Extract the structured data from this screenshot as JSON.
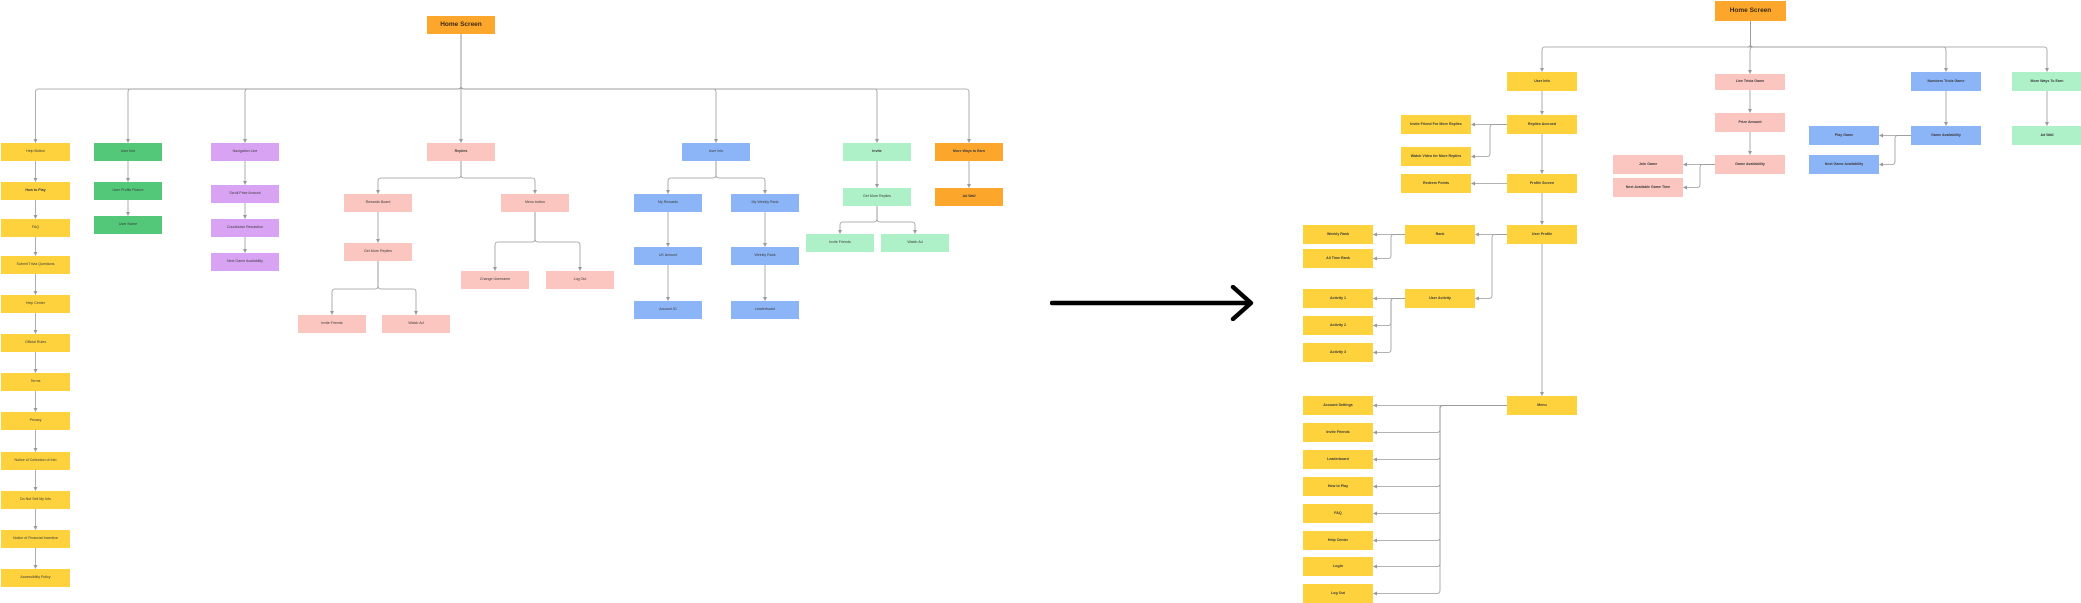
{
  "before_flow": {
    "root": "Home Screen",
    "branches": {
      "yellow_column": [
        "Help Button",
        "How to Play",
        "FAQ",
        "Submit Trivia Questions",
        "Help Center",
        "Official Rules",
        "Terms",
        "Privacy",
        "Notice of Collection of Info",
        "Do Not Sell My Info",
        "Notice of Financial Incentive",
        "Accessibility Policy"
      ],
      "green_column": [
        "User Info",
        "User Profile Picture",
        "User Name"
      ],
      "purple_column": [
        "Navigation Line",
        "Scroll Prize Amount",
        "Countdown Resolution",
        "Next Game Availability"
      ],
      "replies": "Replies",
      "replies_children": [
        "Rewards Board",
        "Menu button"
      ],
      "rewards_child": "Get More Replies",
      "get_more_children": [
        "Invite Friends",
        "Watch Ad"
      ],
      "menu_children": [
        "Change Username",
        "Log Out"
      ],
      "blue_root": "User Info",
      "blue_children": [
        "My Rewards",
        "My Weekly Rank"
      ],
      "blue_left_chain": [
        "UK Amount",
        "Account ID"
      ],
      "blue_right_chain": [
        "Weekly Rank",
        "Leaderboard"
      ],
      "invite": "Invite",
      "invite_child": "Get More Replies",
      "invite_grandchildren": [
        "Invite Friends",
        "Watch Ad"
      ],
      "earn": "More Ways to Earn",
      "earn_child": "Ad Wall"
    }
  },
  "after_flow": {
    "root": "Home Screen",
    "level1": [
      "User Info",
      "Live Trivia Game",
      "Numbers Trivia Game",
      "More Ways To Earn"
    ],
    "user_info_chain": [
      "Replies Accrued",
      "Profile Screen",
      "User Profile",
      "Menu"
    ],
    "replies_side": [
      "Invite Friend For More Replies",
      "Watch Video for More Replies"
    ],
    "profile_side": "Redeem Points",
    "rank": "Rank",
    "rank_side": [
      "Weekly Rank",
      "All Time Rank"
    ],
    "user_activity": "User Activity",
    "activity_side": [
      "Activity 1",
      "Activity 2",
      "Activity 3"
    ],
    "menu_side": [
      "Account Settings",
      "Invite Friends",
      "Leaderboard",
      "How to Play",
      "FAQ",
      "Help Center",
      "Login",
      "Log Out"
    ],
    "live_chain": [
      "Prize Amount",
      "Game Availability"
    ],
    "live_side": [
      "Join Game",
      "Next Available Game Time"
    ],
    "numbers_child": "Game Availability",
    "numbers_side": [
      "Play Game",
      "Next Game Availability"
    ],
    "earn_child": "Ad Wall"
  }
}
